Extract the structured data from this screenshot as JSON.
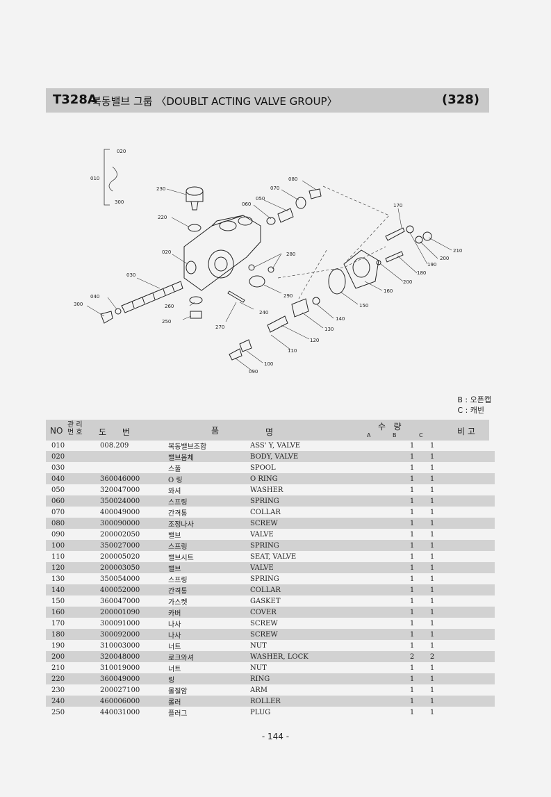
{
  "header": {
    "code": "T328A",
    "title": "복동밸브 그룹 〈DOUBLT ACTING VALVE GROUP〉",
    "number": "(328)"
  },
  "diagram": {
    "labels": [
      "020",
      "010",
      "300",
      "230",
      "220",
      "020",
      "030",
      "040",
      "300",
      "260",
      "250",
      "270",
      "240",
      "290",
      "280",
      "080",
      "070",
      "060",
      "050",
      "170",
      "210",
      "200",
      "190",
      "180",
      "160",
      "200",
      "150",
      "140",
      "130",
      "120",
      "110",
      "100",
      "090"
    ]
  },
  "legend": {
    "b": "B : 오픈캡",
    "c": "C : 캐빈"
  },
  "table": {
    "headers": {
      "no": "NO",
      "mgmt_top": "관 리",
      "mgmt_bottom": "번 호",
      "drawing": "도      번",
      "name_left": "품",
      "name_right": "명",
      "qty": "수   량",
      "a": "A",
      "b": "B",
      "c": "C",
      "note": "비 고"
    },
    "rows": [
      {
        "no": "010",
        "code": "008.209",
        "kr": "복동밸브조합",
        "en": "ASS' Y, VALVE",
        "b": "1",
        "c": "1"
      },
      {
        "no": "020",
        "code": "",
        "kr": "밸브몸체",
        "en": "BODY, VALVE",
        "b": "1",
        "c": "1"
      },
      {
        "no": "030",
        "code": "",
        "kr": "스풀",
        "en": "SPOOL",
        "b": "1",
        "c": "1"
      },
      {
        "no": "040",
        "code": "360046000",
        "kr": "O 링",
        "en": "O RING",
        "b": "1",
        "c": "1"
      },
      {
        "no": "050",
        "code": "320047000",
        "kr": "와셔",
        "en": "WASHER",
        "b": "1",
        "c": "1"
      },
      {
        "no": "060",
        "code": "350024000",
        "kr": "스프링",
        "en": "SPRING",
        "b": "1",
        "c": "1"
      },
      {
        "no": "070",
        "code": "400049000",
        "kr": "간격통",
        "en": "COLLAR",
        "b": "1",
        "c": "1"
      },
      {
        "no": "080",
        "code": "300090000",
        "kr": "조정나사",
        "en": "SCREW",
        "b": "1",
        "c": "1"
      },
      {
        "no": "090",
        "code": "200002050",
        "kr": "밸브",
        "en": "VALVE",
        "b": "1",
        "c": "1"
      },
      {
        "no": "100",
        "code": "350027000",
        "kr": "스프링",
        "en": "SPRING",
        "b": "1",
        "c": "1"
      },
      {
        "no": "110",
        "code": "200005020",
        "kr": "밸브시트",
        "en": "SEAT, VALVE",
        "b": "1",
        "c": "1"
      },
      {
        "no": "120",
        "code": "200003050",
        "kr": "밸브",
        "en": "VALVE",
        "b": "1",
        "c": "1"
      },
      {
        "no": "130",
        "code": "350054000",
        "kr": "스프링",
        "en": "SPRING",
        "b": "1",
        "c": "1"
      },
      {
        "no": "140",
        "code": "400052000",
        "kr": "간격통",
        "en": "COLLAR",
        "b": "1",
        "c": "1"
      },
      {
        "no": "150",
        "code": "360047000",
        "kr": "가스켓",
        "en": "GASKET",
        "b": "1",
        "c": "1"
      },
      {
        "no": "160",
        "code": "200001090",
        "kr": "카버",
        "en": "COVER",
        "b": "1",
        "c": "1"
      },
      {
        "no": "170",
        "code": "300091000",
        "kr": "나사",
        "en": "SCREW",
        "b": "1",
        "c": "1"
      },
      {
        "no": "180",
        "code": "300092000",
        "kr": "나사",
        "en": "SCREW",
        "b": "1",
        "c": "1"
      },
      {
        "no": "190",
        "code": "310003000",
        "kr": "너트",
        "en": "NUT",
        "b": "1",
        "c": "1"
      },
      {
        "no": "200",
        "code": "320048000",
        "kr": "로크와셔",
        "en": "WASHER, LOCK",
        "b": "2",
        "c": "2"
      },
      {
        "no": "210",
        "code": "310019000",
        "kr": "너트",
        "en": "NUT",
        "b": "1",
        "c": "1"
      },
      {
        "no": "220",
        "code": "360049000",
        "kr": "링",
        "en": "RING",
        "b": "1",
        "c": "1"
      },
      {
        "no": "230",
        "code": "200027100",
        "kr": "몰절암",
        "en": "ARM",
        "b": "1",
        "c": "1"
      },
      {
        "no": "240",
        "code": "460006000",
        "kr": "롤러",
        "en": "ROLLER",
        "b": "1",
        "c": "1"
      },
      {
        "no": "250",
        "code": "440031000",
        "kr": "플러그",
        "en": "PLUG",
        "b": "1",
        "c": "1"
      }
    ]
  },
  "page_number": "- 144 -"
}
